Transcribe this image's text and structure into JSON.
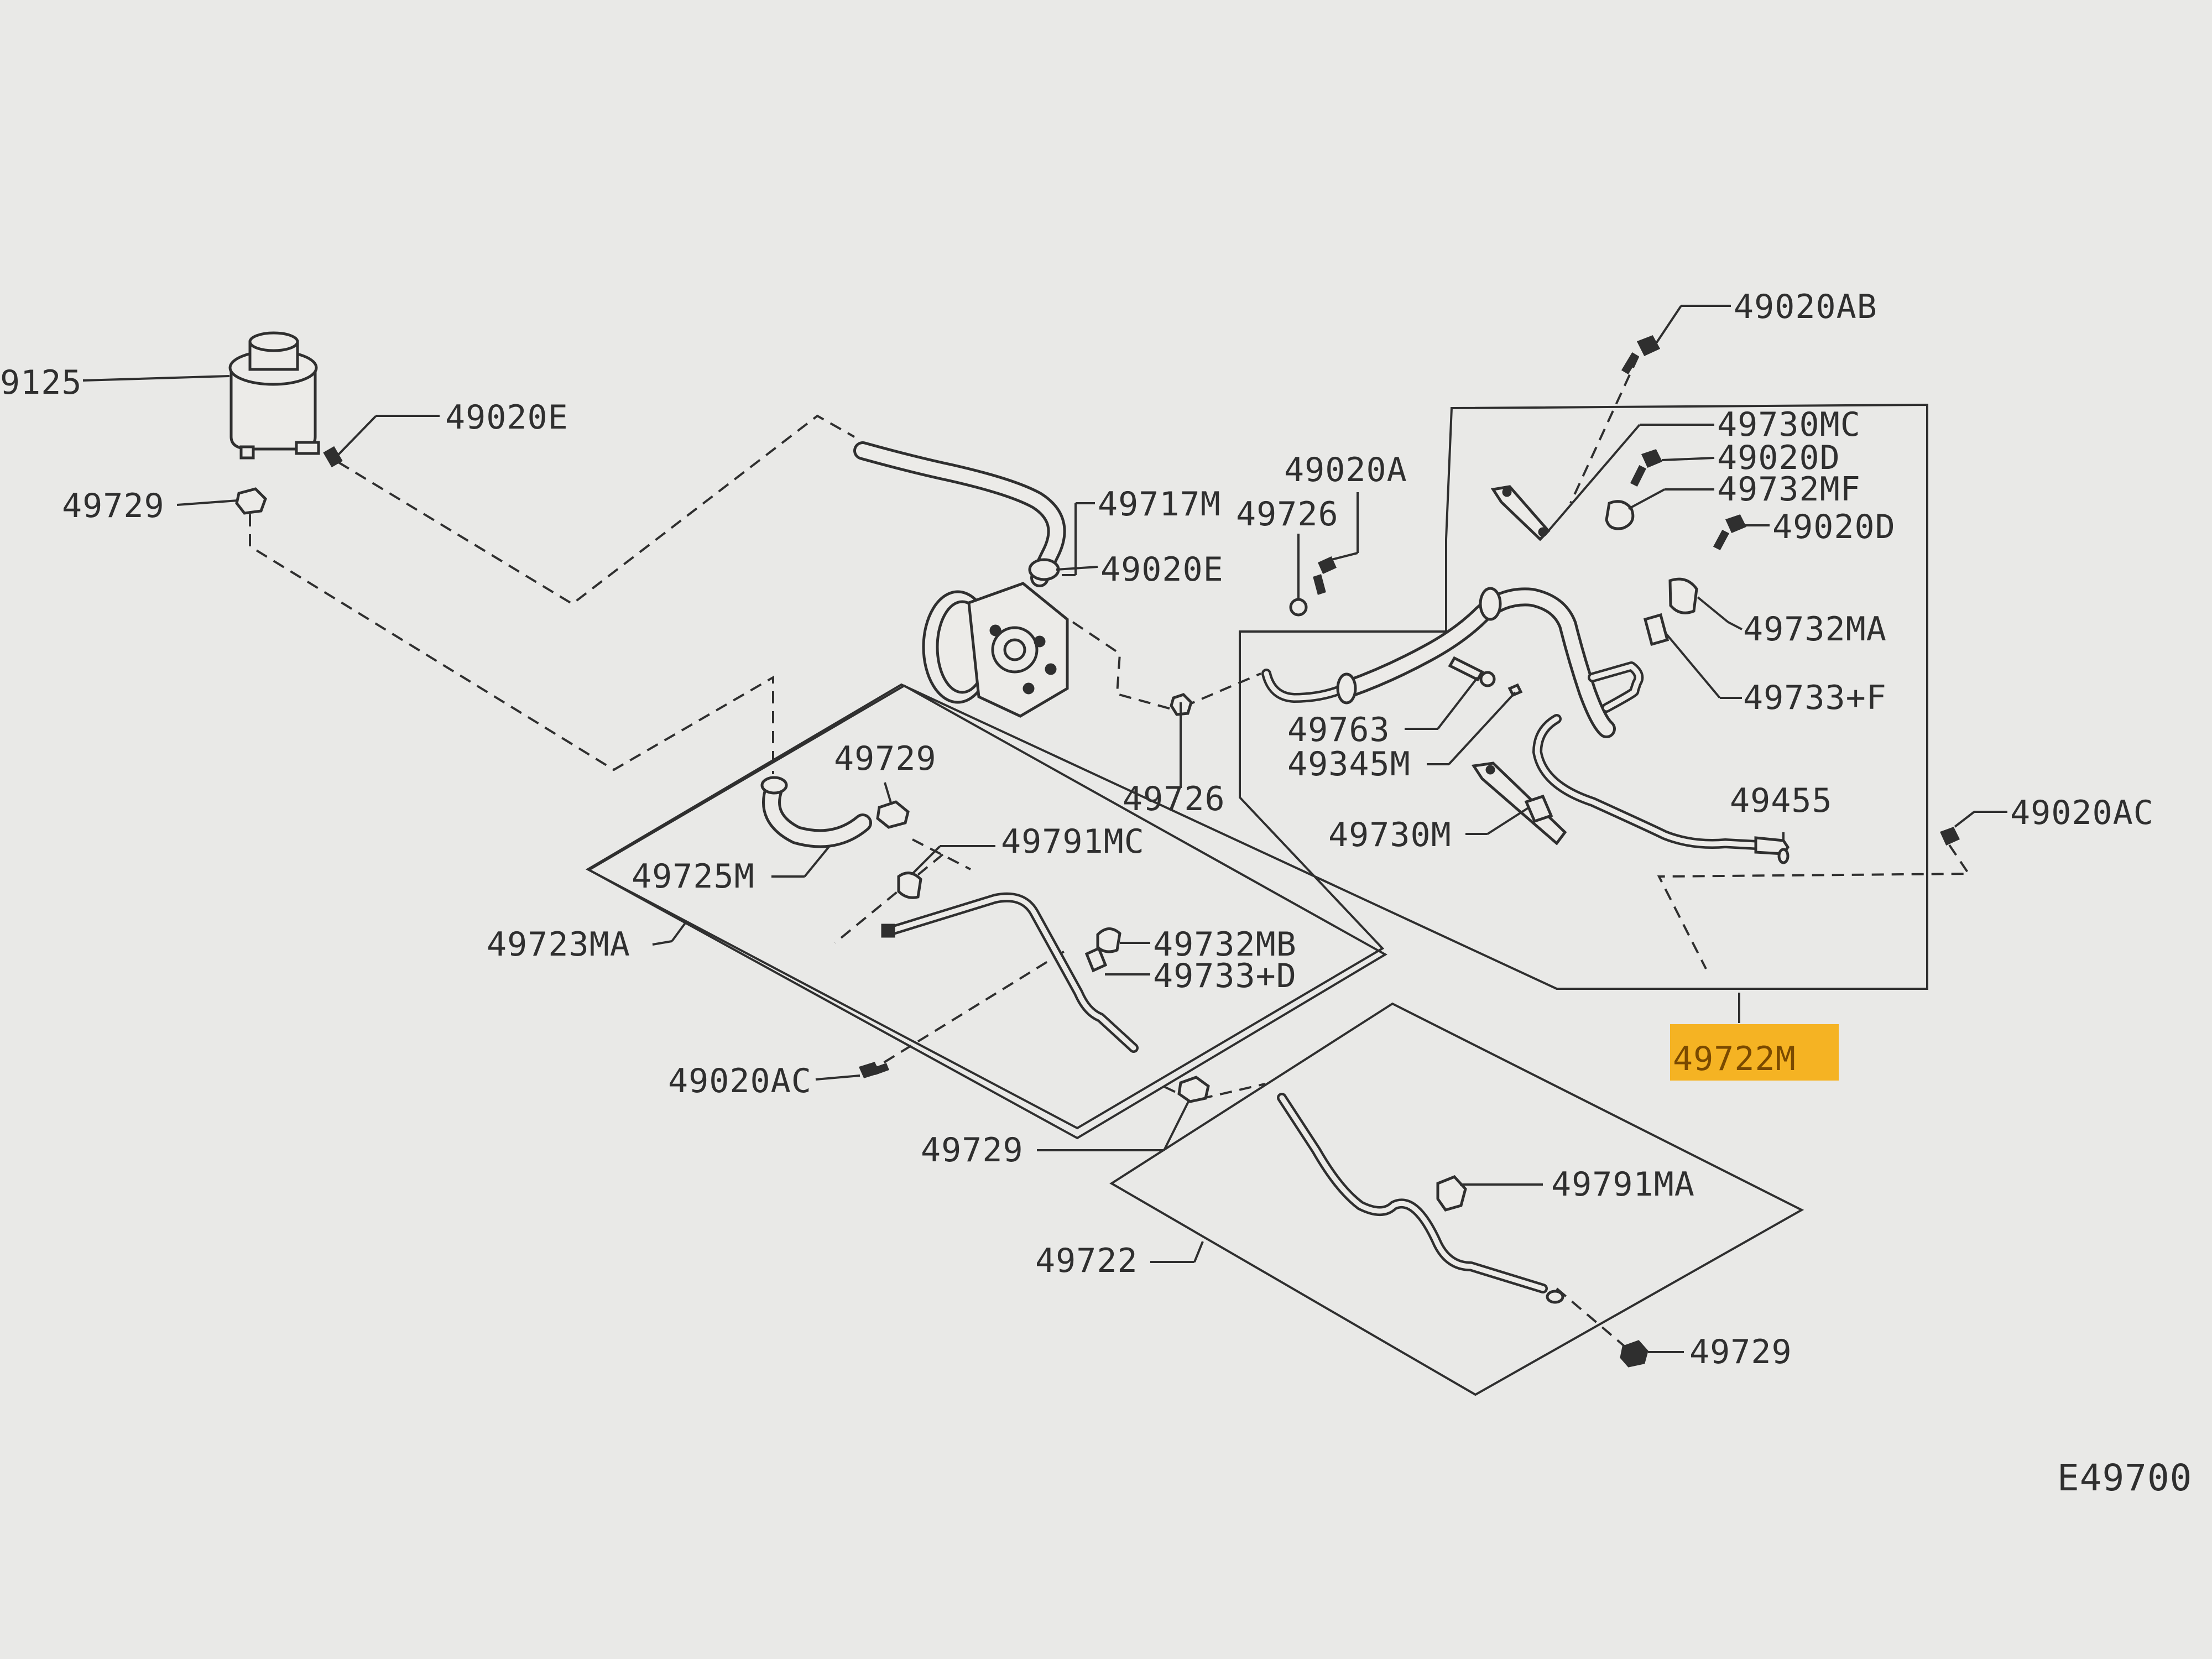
{
  "diagram_code": "E49700",
  "highlight_color": "#f5b323",
  "labels": {
    "reservoir": "9125",
    "reservoir_clamp": "49020E",
    "reservoir_nut": "49729",
    "suction_hose": "49717M",
    "pump_clamp": "49020E",
    "bolt_a": "49020A",
    "washer_upper": "49726",
    "washer_lower": "49726",
    "bolt_ab": "49020AB",
    "clamp_730mc": "49730MC",
    "bolt_d_upper": "49020D",
    "clamp_732mf": "49732MF",
    "bolt_d_lower": "49020D",
    "clamp_732ma": "49732MA",
    "clip_733f": "49733+F",
    "sensor_763": "49763",
    "oring_345m": "49345M",
    "bracket_730m": "49730M",
    "fitting_455": "49455",
    "bolt_ac_right": "49020AC",
    "assembly_722m": "49722M",
    "clamp_729_mid": "49729",
    "hose_725m": "49725M",
    "clamp_791mc": "49791MC",
    "assembly_723ma": "49723MA",
    "clamp_732mb": "49732MB",
    "clip_733d": "49733+D",
    "bolt_ac_left": "49020AC",
    "clamp_729_low": "49729",
    "clamp_791ma": "49791MA",
    "assembly_722": "49722",
    "clamp_729_end": "49729"
  }
}
